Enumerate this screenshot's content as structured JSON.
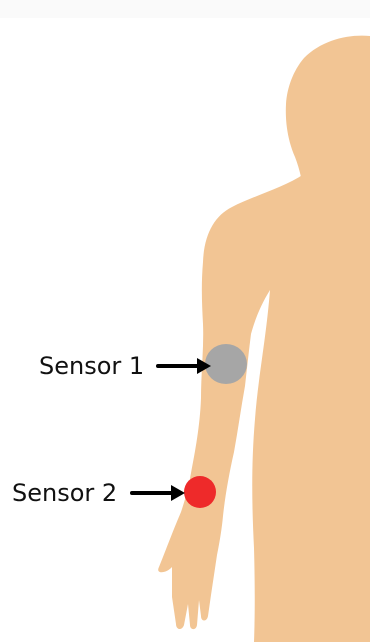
{
  "colors": {
    "body": "#f2c594",
    "sensor_1": "#a6a6a6",
    "sensor_2": "#ee2a2a",
    "arrow": "#000000"
  },
  "sensors": [
    {
      "label": "Sensor 1",
      "icon": "gray-sensor-dot"
    },
    {
      "label": "Sensor 2",
      "icon": "red-sensor-dot"
    }
  ]
}
